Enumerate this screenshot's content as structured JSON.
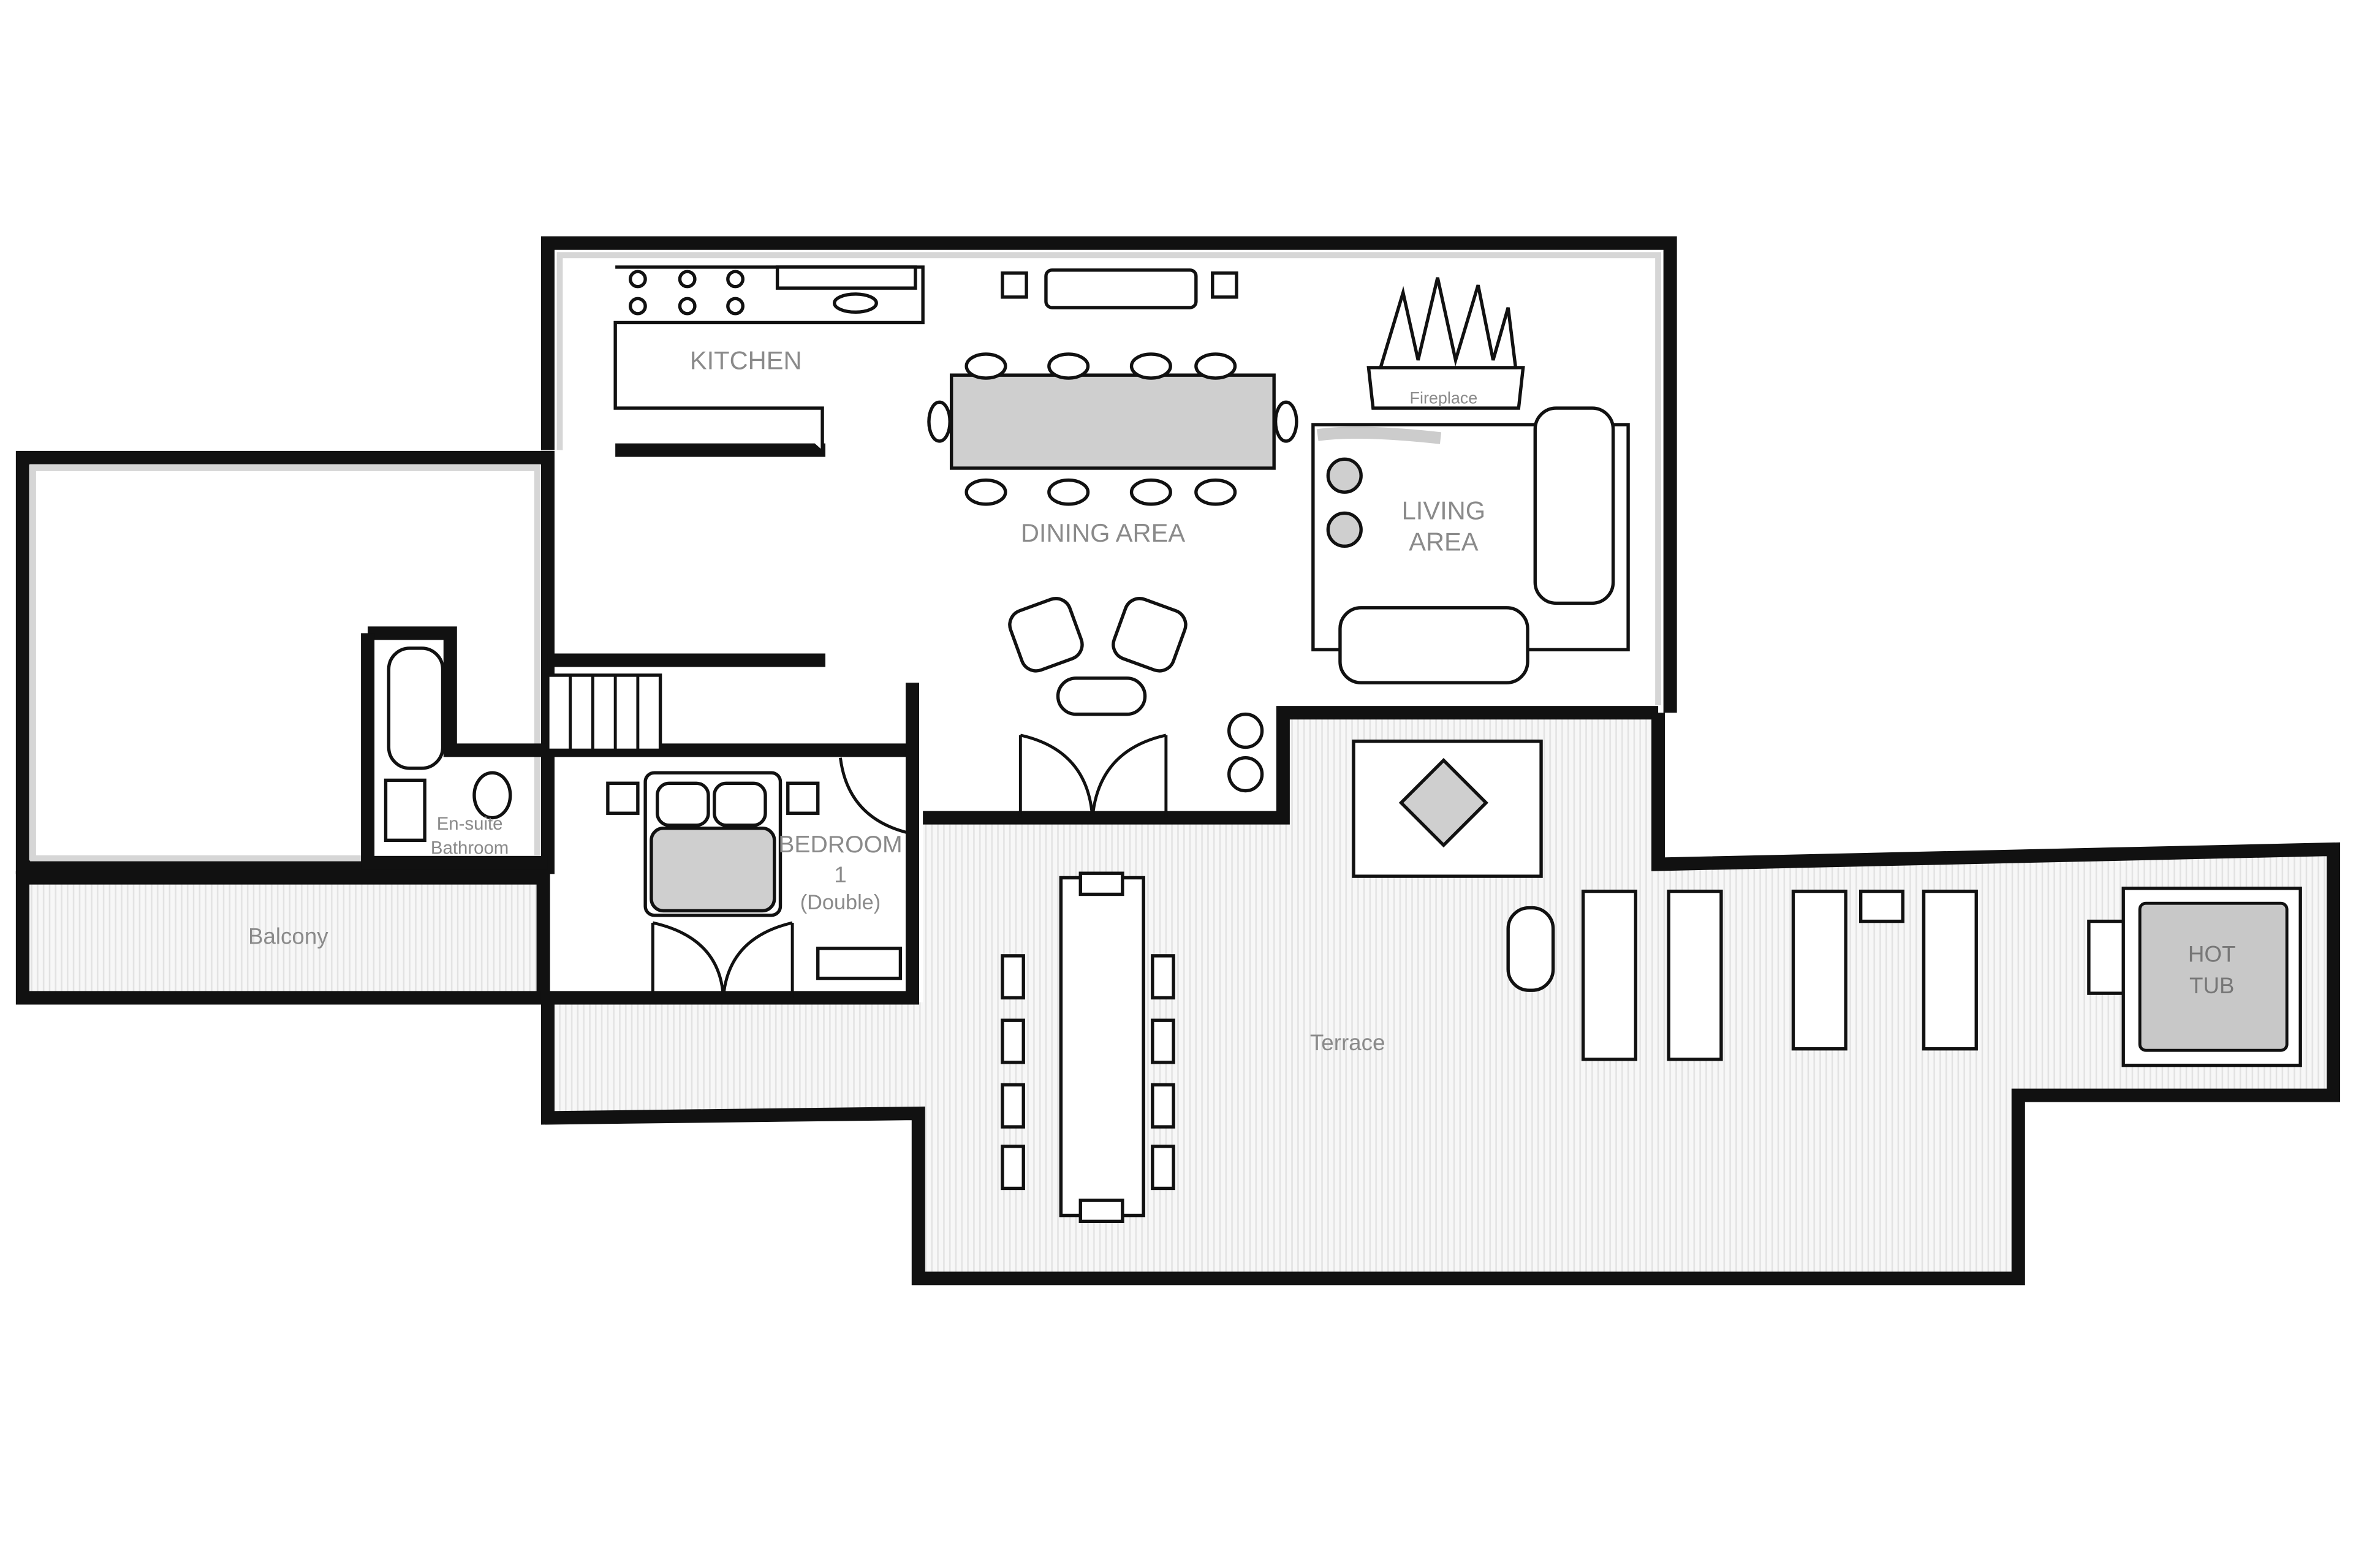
{
  "plan": {
    "rooms": {
      "kitchen": "KITCHEN",
      "dining": "DINING AREA",
      "living_line1": "LIVING",
      "living_line2": "AREA",
      "fireplace": "Fireplace",
      "ensuite_line1": "En-suite",
      "ensuite_line2": "Bathroom",
      "bedroom_line1": "BEDROOM",
      "bedroom_line2": "1",
      "bedroom_line3": "(Double)",
      "balcony": "Balcony",
      "terrace": "Terrace",
      "hottub_line1": "HOT",
      "hottub_line2": "TUB"
    },
    "colors": {
      "wall": "#111111",
      "wall_fill": "#d6d6d6",
      "terrace_fill": "#f0f0f0",
      "hot_tub": "#c8c8c8",
      "label": "#8a8a8a"
    }
  }
}
